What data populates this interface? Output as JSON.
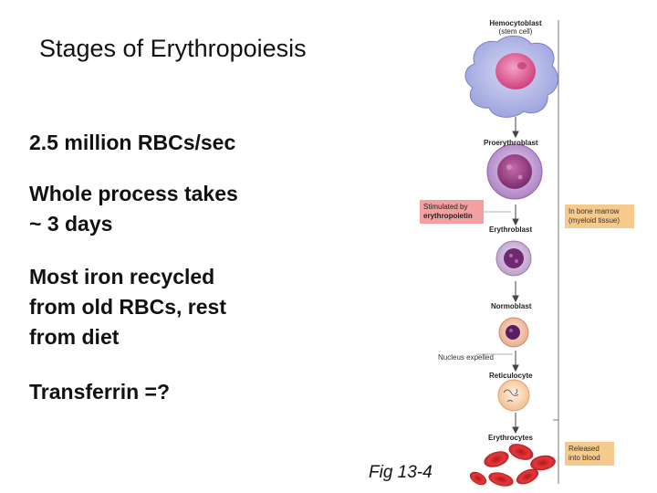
{
  "slide": {
    "title": "Stages of Erythropoiesis",
    "bullets": [
      [
        "2.5 million RBCs/sec"
      ],
      [
        "Whole process takes",
        "~ 3 days"
      ],
      [
        "Most iron recycled",
        "from old RBCs, rest",
        "from diet"
      ],
      [
        "Transferrin =?"
      ]
    ],
    "caption": "Fig 13-4"
  },
  "diagram": {
    "stages": [
      {
        "name": "Hemocytoblast",
        "sub": "(stem cell)"
      },
      {
        "name": "Proerythroblast"
      },
      {
        "name": "Erythroblast"
      },
      {
        "name": "Normoblast"
      },
      {
        "name": "Reticulocyte"
      },
      {
        "name": "Erythrocytes"
      }
    ],
    "stimulus_label": [
      "Stimulated by",
      "erythropoietin"
    ],
    "nucleus_label": "Nucleus expelled",
    "bone_marrow_label": [
      "In bone marrow",
      "(myeloid tissue)"
    ],
    "blood_label": [
      "Released",
      "into blood"
    ]
  }
}
